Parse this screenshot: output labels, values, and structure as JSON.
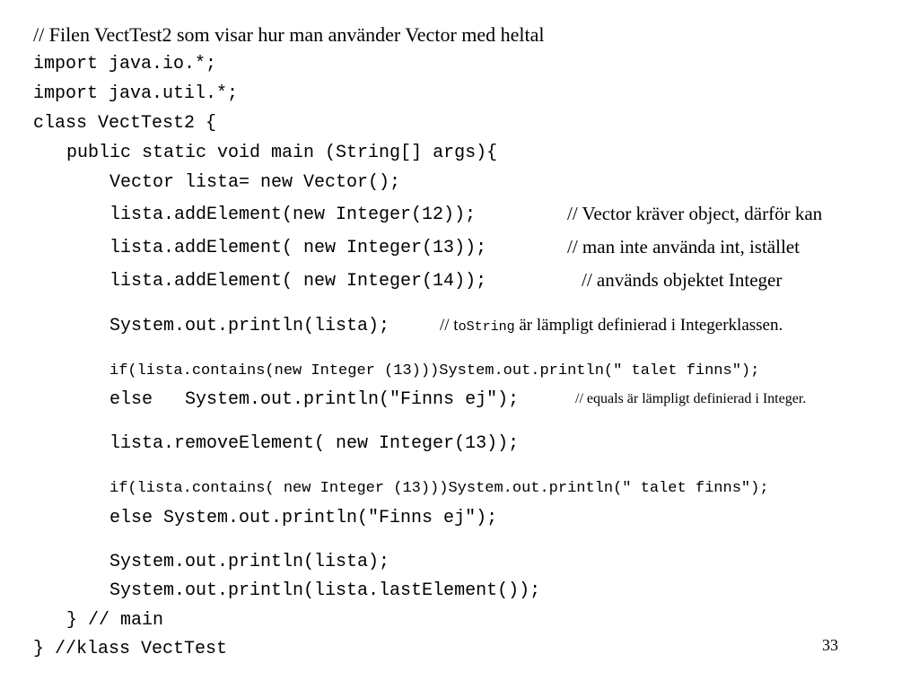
{
  "slide": {
    "title": "// Filen VectTest2 som visar hur man använder Vector med heltal",
    "page_number": "33",
    "code": {
      "import_io": "import java.io.*;",
      "import_util": "import java.util.*;",
      "class_decl": "class VectTest2 {",
      "main_decl": "public static void main (String[] args){",
      "vector_decl": "Vector lista= new Vector();",
      "add12": "lista.addElement(new Integer(12));",
      "add13": "lista.addElement( new Integer(13));",
      "add14": "lista.addElement( new Integer(14));",
      "println_lista": "System.out.println(lista);",
      "if_contains1": "if(lista.contains(new Integer (13)))System.out.println(\" talet finns\");",
      "else1": "else   System.out.println(\"Finns ej\");",
      "remove13": "lista.removeElement( new Integer(13));",
      "if_contains2": "if(lista.contains( new Integer (13)))System.out.println(\" talet finns\");",
      "else2": "else System.out.println(\"Finns ej\");",
      "println_lista2": "System.out.println(lista);",
      "println_last": "System.out.println(lista.lastElement());",
      "main_end": "} // main",
      "class_end": "} //klass VectTest"
    },
    "comments": {
      "c_add12": "// Vector kräver object, därför kan",
      "c_add13": "// man inte använda int, istället",
      "c_add14": "// används objektet Integer",
      "c_tostring_prefix": "// t",
      "c_tostring_code": "oString",
      "c_tostring_suffix": " är lämpligt definierad i Integerklassen.",
      "c_equals": "// equals är lämpligt definierad i Integer."
    }
  }
}
